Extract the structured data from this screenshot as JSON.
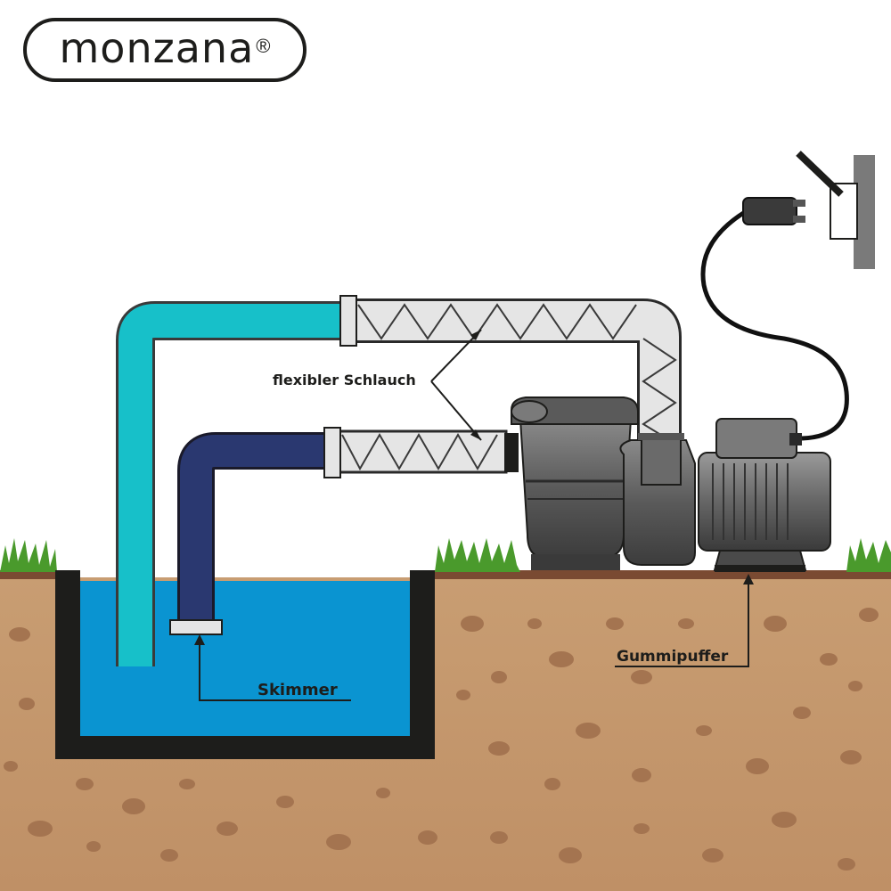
{
  "brand": {
    "name": "monzana",
    "registered": "®"
  },
  "labels": {
    "hose": "flexibler Schlauch",
    "skimmer": "Skimmer",
    "buffer": "Gummipuffer"
  },
  "colors": {
    "soil": "#c4976b",
    "soil_dots": "#a47450",
    "topsoil": "#7a4a32",
    "water": "#0a94d1",
    "pool_wall": "#1d1d1b",
    "return_pipe": "#17c0c9",
    "suction_pipe": "#2a3870",
    "hose": "#e5e5e5",
    "pump": "#6b6b6b",
    "grass": "#4a9a2c"
  }
}
